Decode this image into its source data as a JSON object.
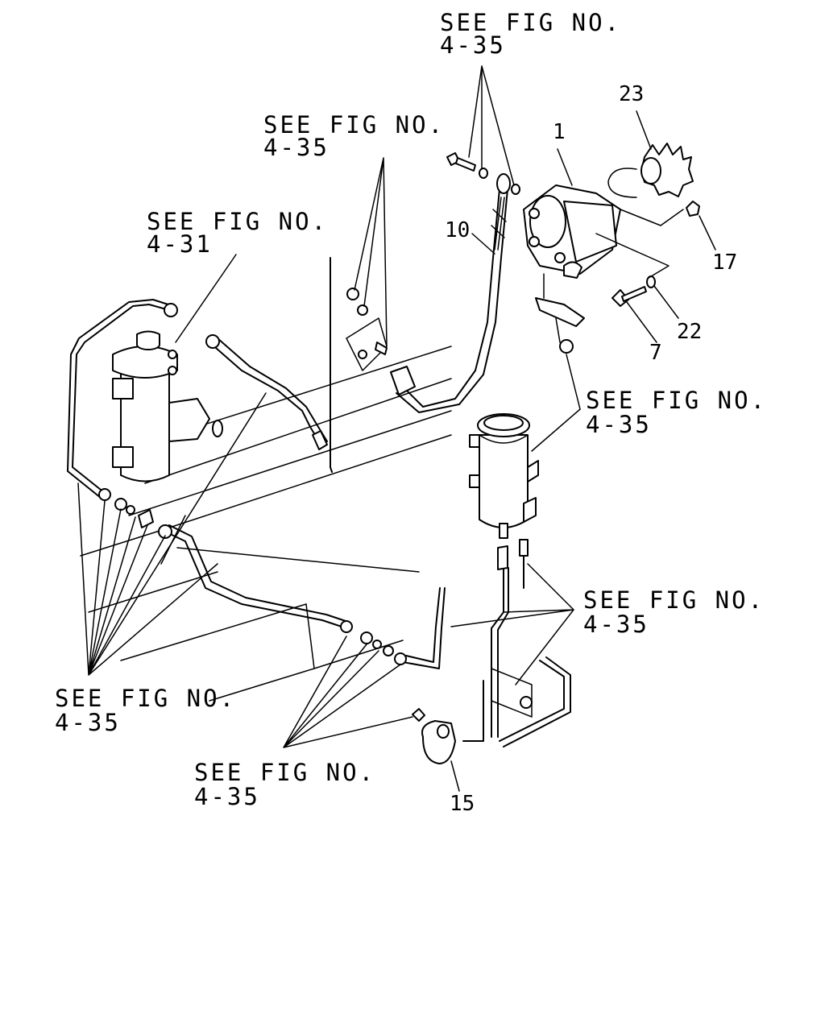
{
  "reference_labels": [
    {
      "id": "top",
      "line1": "SEE FIG NO.",
      "line2": "4-35"
    },
    {
      "id": "upper-mid",
      "line1": "SEE FIG NO.",
      "line2": "4-35"
    },
    {
      "id": "steering-gear",
      "line1": "SEE FIG NO.",
      "line2": "4-31"
    },
    {
      "id": "reservoir",
      "line1": "SEE FIG NO.",
      "line2": "4-35"
    },
    {
      "id": "right-lines",
      "line1": "SEE FIG NO.",
      "line2": "4-35"
    },
    {
      "id": "left-bottom",
      "line1": "SEE FIG NO.",
      "line2": "4-35"
    },
    {
      "id": "bottom",
      "line1": "SEE FIG NO.",
      "line2": "4-35"
    }
  ],
  "part_numbers": {
    "pump": "1",
    "bolt": "7",
    "hose": "10",
    "clip": "15",
    "nut": "17",
    "washer": "22",
    "gear": "23"
  }
}
